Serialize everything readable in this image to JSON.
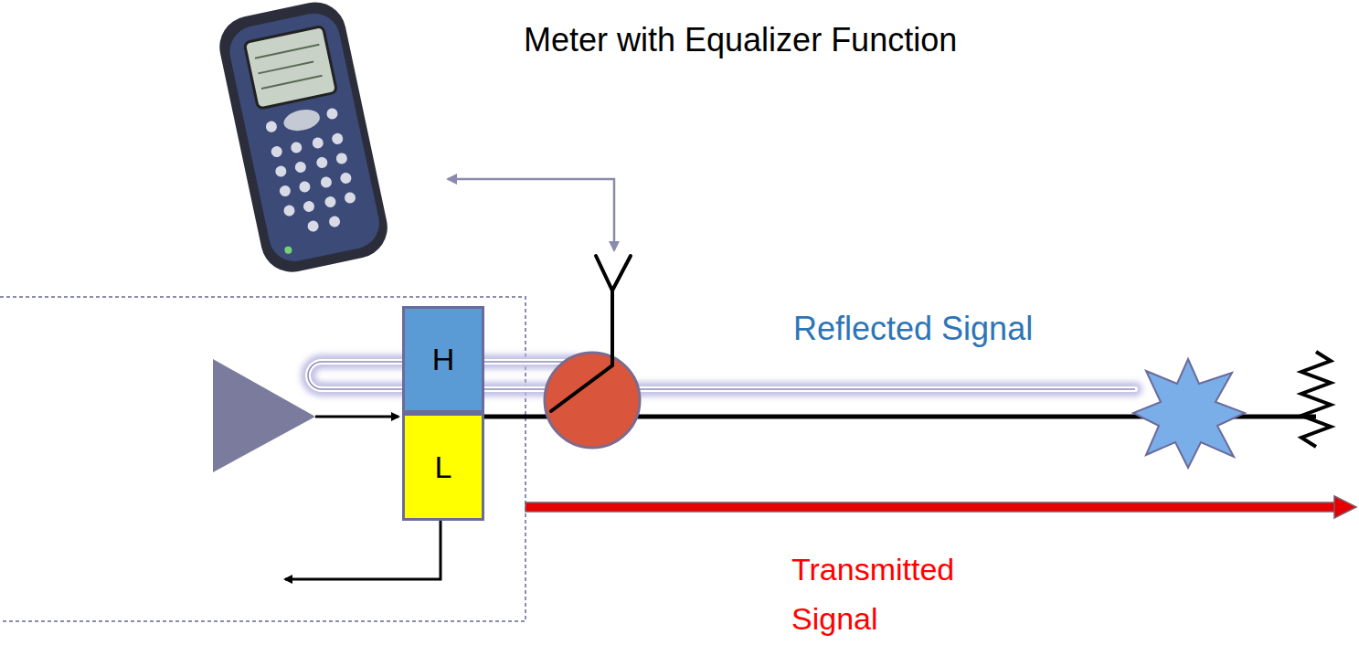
{
  "diagram": {
    "nodes": [
      {
        "text": [
          "H"
        ]
      },
      {
        "text": [
          "L"
        ]
      }
    ],
    "labels": [
      "Meter with Equalizer Function",
      "Reflected Signal",
      "Transmitted Signal"
    ]
  }
}
